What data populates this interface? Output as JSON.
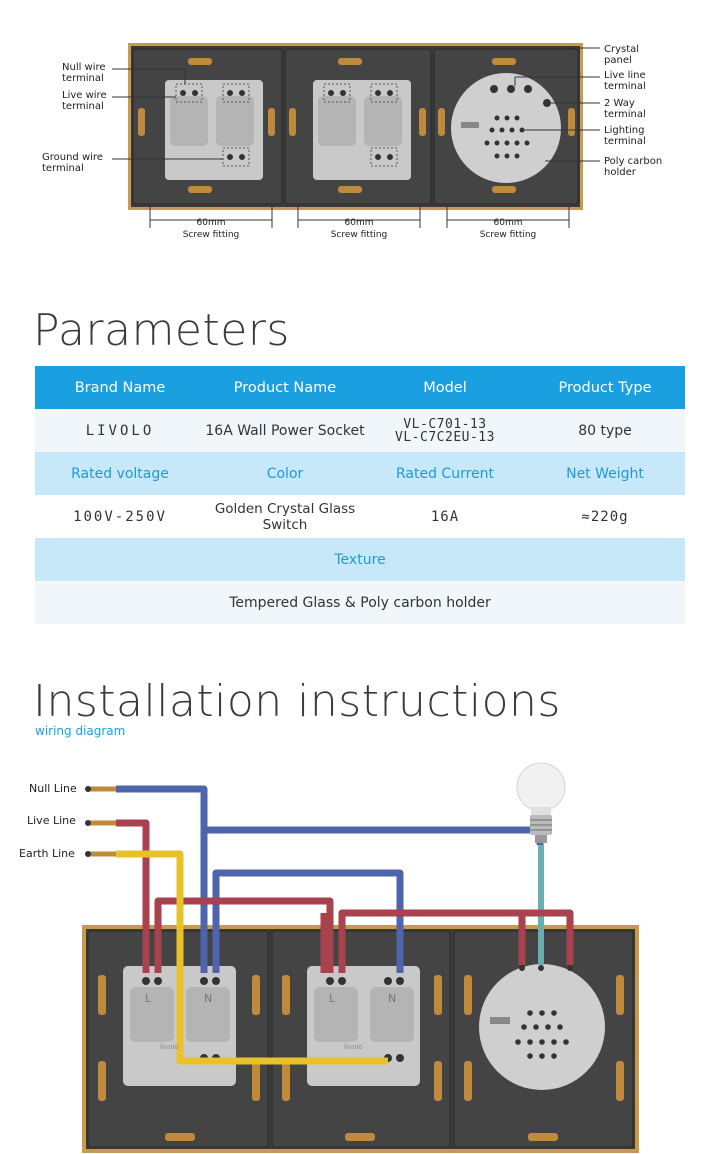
{
  "top_diagram": {
    "left_labels": [
      "Null wire terminal",
      "Live wire terminal",
      "Ground wire terminal"
    ],
    "right_labels": [
      "Crystal panel",
      "Live line terminal",
      "2 Way terminal",
      "Lighting terminal",
      "Poly carbon holder"
    ],
    "fittings": [
      {
        "size": "60mm",
        "caption": "Screw fitting"
      },
      {
        "size": "60mm",
        "caption": "Screw fitting"
      },
      {
        "size": "60mm",
        "caption": "Screw fitting"
      }
    ]
  },
  "parameters": {
    "title": "Parameters",
    "headers": [
      "Brand Name",
      "Product Name",
      "Model",
      "Product Type"
    ],
    "row1": {
      "brand": "LIVOLO",
      "product": "16A Wall Power Socket",
      "model1": "VL-C701-13",
      "model2": "VL-C7C2EU-13",
      "type": "80 type"
    },
    "headers2": [
      "Rated voltage",
      "Color",
      "Rated Current",
      "Net Weight"
    ],
    "row2": {
      "voltage": "100V-250V",
      "color": "Golden Crystal Glass Switch",
      "current": "16A",
      "weight": "≈220g"
    },
    "texture_header": "Texture",
    "texture_value": "Tempered Glass & Poly carbon holder"
  },
  "installation": {
    "title": "Installation instructions",
    "subtitle": "wiring diagram",
    "lines": [
      "Null Line",
      "Live Line",
      "Earth Line"
    ],
    "socket_brand": "livolo",
    "terminal_L": "L",
    "terminal_N": "N"
  },
  "colors": {
    "accent": "#1aa0e0",
    "gold_frame": "#c79a4e",
    "null_wire": "#4e64ad",
    "live_wire": "#a8424e",
    "earth_wire": "#e9c22b",
    "lamp_wire": "#6aaeae"
  }
}
